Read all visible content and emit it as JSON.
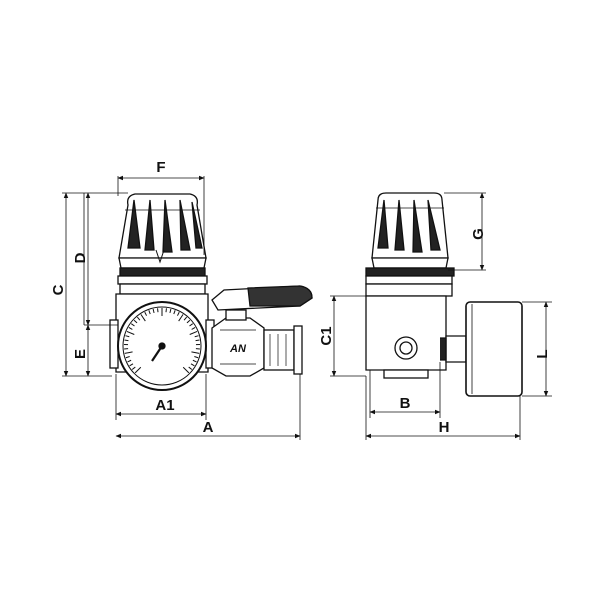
{
  "diagram": {
    "dimension_labels": {
      "F": "F",
      "C": "C",
      "D": "D",
      "E": "E",
      "A1": "A1",
      "A": "A",
      "G": "G",
      "C1": "C1",
      "B": "B",
      "H": "H",
      "L": "L"
    },
    "logo_text": "AN"
  }
}
